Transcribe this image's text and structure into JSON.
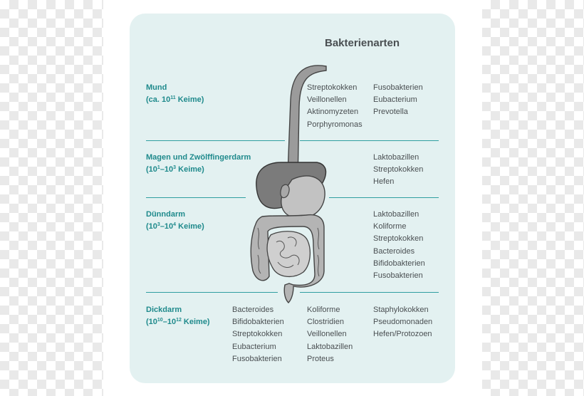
{
  "title": "Bakterienarten",
  "sections": [
    {
      "region": "Mund",
      "count": {
        "prefix": "(ca. 10",
        "sup": "11",
        "suffix": " Keime)"
      },
      "col_a": [],
      "col_b": [
        "Streptokokken",
        "Veillonellen",
        "Aktinomyzeten",
        "Porphyromonas"
      ],
      "col_c": [
        "Fusobakterien",
        "Eubacterium",
        "Prevotella"
      ]
    },
    {
      "region": "Magen und Zwölffingerdarm",
      "count": {
        "prefix": "(10",
        "sup": "1",
        "mid": "–10",
        "sup2": "3",
        "suffix": " Keime)"
      },
      "col_a": [],
      "col_b": [],
      "col_c": [
        "Laktobazillen",
        "Streptokokken",
        "Hefen"
      ]
    },
    {
      "region": "Dünndarm",
      "count": {
        "prefix": "(10",
        "sup": "3",
        "mid": "–10",
        "sup2": "4",
        "suffix": " Keime)"
      },
      "col_a": [],
      "col_b": [],
      "col_c": [
        "Laktobazillen",
        "Koliforme",
        "Streptokokken",
        "Bacteroides",
        "Bifidobakterien",
        "Fusobakterien"
      ]
    },
    {
      "region": "Dickdarm",
      "count": {
        "prefix": "(10",
        "sup": "10",
        "mid": "–10",
        "sup2": "12",
        "suffix": " Keime)"
      },
      "col_a": [
        "Bacteroides",
        "Bifidobakterien",
        "Streptokokken",
        "Eubacterium",
        "Fusobakterien"
      ],
      "col_b": [
        "Koliforme",
        "Clostridien",
        "Veillonellen",
        "Laktobazillen",
        "Proteus"
      ],
      "col_c": [
        "Staphylokokken",
        "Pseudomonaden",
        "Hefen/Protozoen"
      ]
    }
  ],
  "colors": {
    "accent": "#1f8a8c",
    "panel": "#e3f1f1",
    "text": "#4a4f52"
  }
}
